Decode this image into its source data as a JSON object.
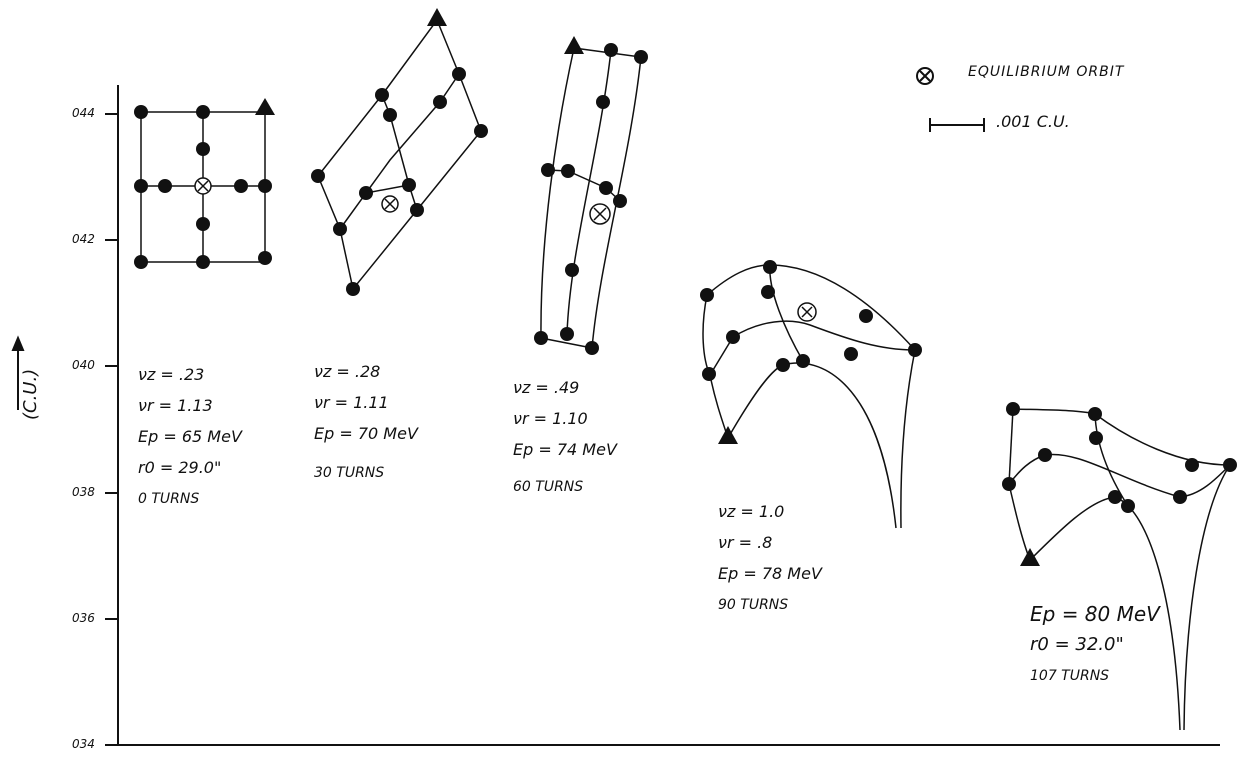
{
  "axis": {
    "ylabel": "(C.U.)",
    "ticks": [
      "044",
      "042",
      "040",
      "038",
      "036",
      "034"
    ]
  },
  "legend": {
    "symbol_label": "Equilibrium Orbit",
    "scale_label": ".001 C.U."
  },
  "panels": [
    {
      "lines": [
        "νz = .23",
        "νr = 1.13",
        "Ep = 65 MeV",
        "r0 = 29.0\""
      ],
      "turns": "0 Turns"
    },
    {
      "lines": [
        "νz = .28",
        "νr = 1.11",
        "Ep = 70 MeV"
      ],
      "turns": "30 Turns"
    },
    {
      "lines": [
        "νz = .49",
        "νr = 1.10",
        "Ep = 74 MeV"
      ],
      "turns": "60 Turns"
    },
    {
      "lines": [
        "νz = 1.0",
        "νr = .8",
        "Ep = 78 MeV"
      ],
      "turns": "90 Turns"
    },
    {
      "lines": [
        "Ep = 80 MeV",
        "r0 = 32.0\""
      ],
      "turns": "107 Turns"
    }
  ],
  "colors": {
    "ink": "#111111",
    "background": "#ffffff"
  }
}
